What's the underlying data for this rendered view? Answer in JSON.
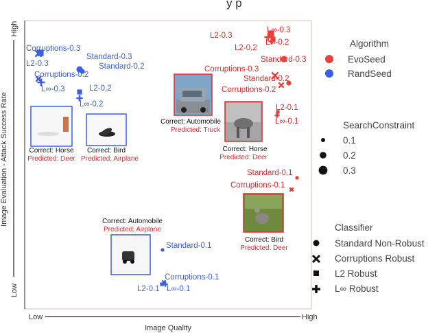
{
  "header_fragment": "y p",
  "chart_data": {
    "type": "scatter",
    "xlabel": "Image Quality",
    "ylabel": "Image Evaluation - Attack Success Rate",
    "x_ticks": {
      "low": "Low",
      "high": "High"
    },
    "y_ticks": {
      "low": "Low",
      "high": "High"
    },
    "series": [
      {
        "name": "EvoSeed",
        "color": "#e8413a",
        "points": [
          {
            "label": "L∞-0.3",
            "classifier": "linf"
          },
          {
            "label": "L2-0.3",
            "classifier": "l2"
          },
          {
            "label": "L∞-0.2",
            "classifier": "linf"
          },
          {
            "label": "L2-0.2",
            "classifier": "l2"
          },
          {
            "label": "Standard-0.3",
            "classifier": "standard"
          },
          {
            "label": "Corruptions-0.3",
            "classifier": "corruptions"
          },
          {
            "label": "Standard-0.2",
            "classifier": "standard"
          },
          {
            "label": "Corruptions-0.2",
            "classifier": "corruptions"
          },
          {
            "label": "L2-0.1",
            "classifier": "l2"
          },
          {
            "label": "L∞-0.1",
            "classifier": "linf"
          },
          {
            "label": "Standard-0.1",
            "classifier": "standard"
          },
          {
            "label": "Corruptions-0.1",
            "classifier": "corruptions"
          }
        ]
      },
      {
        "name": "RandSeed",
        "color": "#3b5fe0",
        "points": [
          {
            "label": "Corruptions-0.3",
            "classifier": "corruptions"
          },
          {
            "label": "L2-0.3",
            "classifier": "l2"
          },
          {
            "label": "Standard-0.3",
            "classifier": "standard"
          },
          {
            "label": "Standard-0.2",
            "classifier": "standard"
          },
          {
            "label": "Corruptions-0.2",
            "classifier": "corruptions"
          },
          {
            "label": "L∞-0.3",
            "classifier": "linf"
          },
          {
            "label": "L2-0.2",
            "classifier": "l2"
          },
          {
            "label": "L∞-0.2",
            "classifier": "linf"
          },
          {
            "label": "Standard-0.1",
            "classifier": "standard"
          },
          {
            "label": "Corruptions-0.1",
            "classifier": "corruptions"
          },
          {
            "label": "L2-0.1",
            "classifier": "l2"
          },
          {
            "label": "L∞-0.1",
            "classifier": "linf"
          }
        ]
      }
    ],
    "examples": [
      {
        "correct": "Correct: Horse",
        "predicted": "Predicted: Deer"
      },
      {
        "correct": "Correct: Bird",
        "predicted": "Predicted: Airplane"
      },
      {
        "correct": "Correct: Automobile",
        "predicted": "Predicted: Truck"
      },
      {
        "correct": "Correct: Horse",
        "predicted": "Predicted: Deer"
      },
      {
        "correct": "Correct: Automobile",
        "predicted": "Predicted: Airplane"
      },
      {
        "correct": "Correct: Bird",
        "predicted": "Predicted: Deer"
      }
    ],
    "legend": {
      "algorithm_title": "Algorithm",
      "algorithms": [
        "EvoSeed",
        "RandSeed"
      ],
      "constraint_title": "SearchConstraint",
      "constraints": [
        "0.1",
        "0.2",
        "0.3"
      ],
      "classifier_title": "Classifier",
      "classifiers": [
        "Standard Non-Robust",
        "Corruptions Robust",
        "L2 Robust",
        "L∞ Robust"
      ]
    }
  }
}
